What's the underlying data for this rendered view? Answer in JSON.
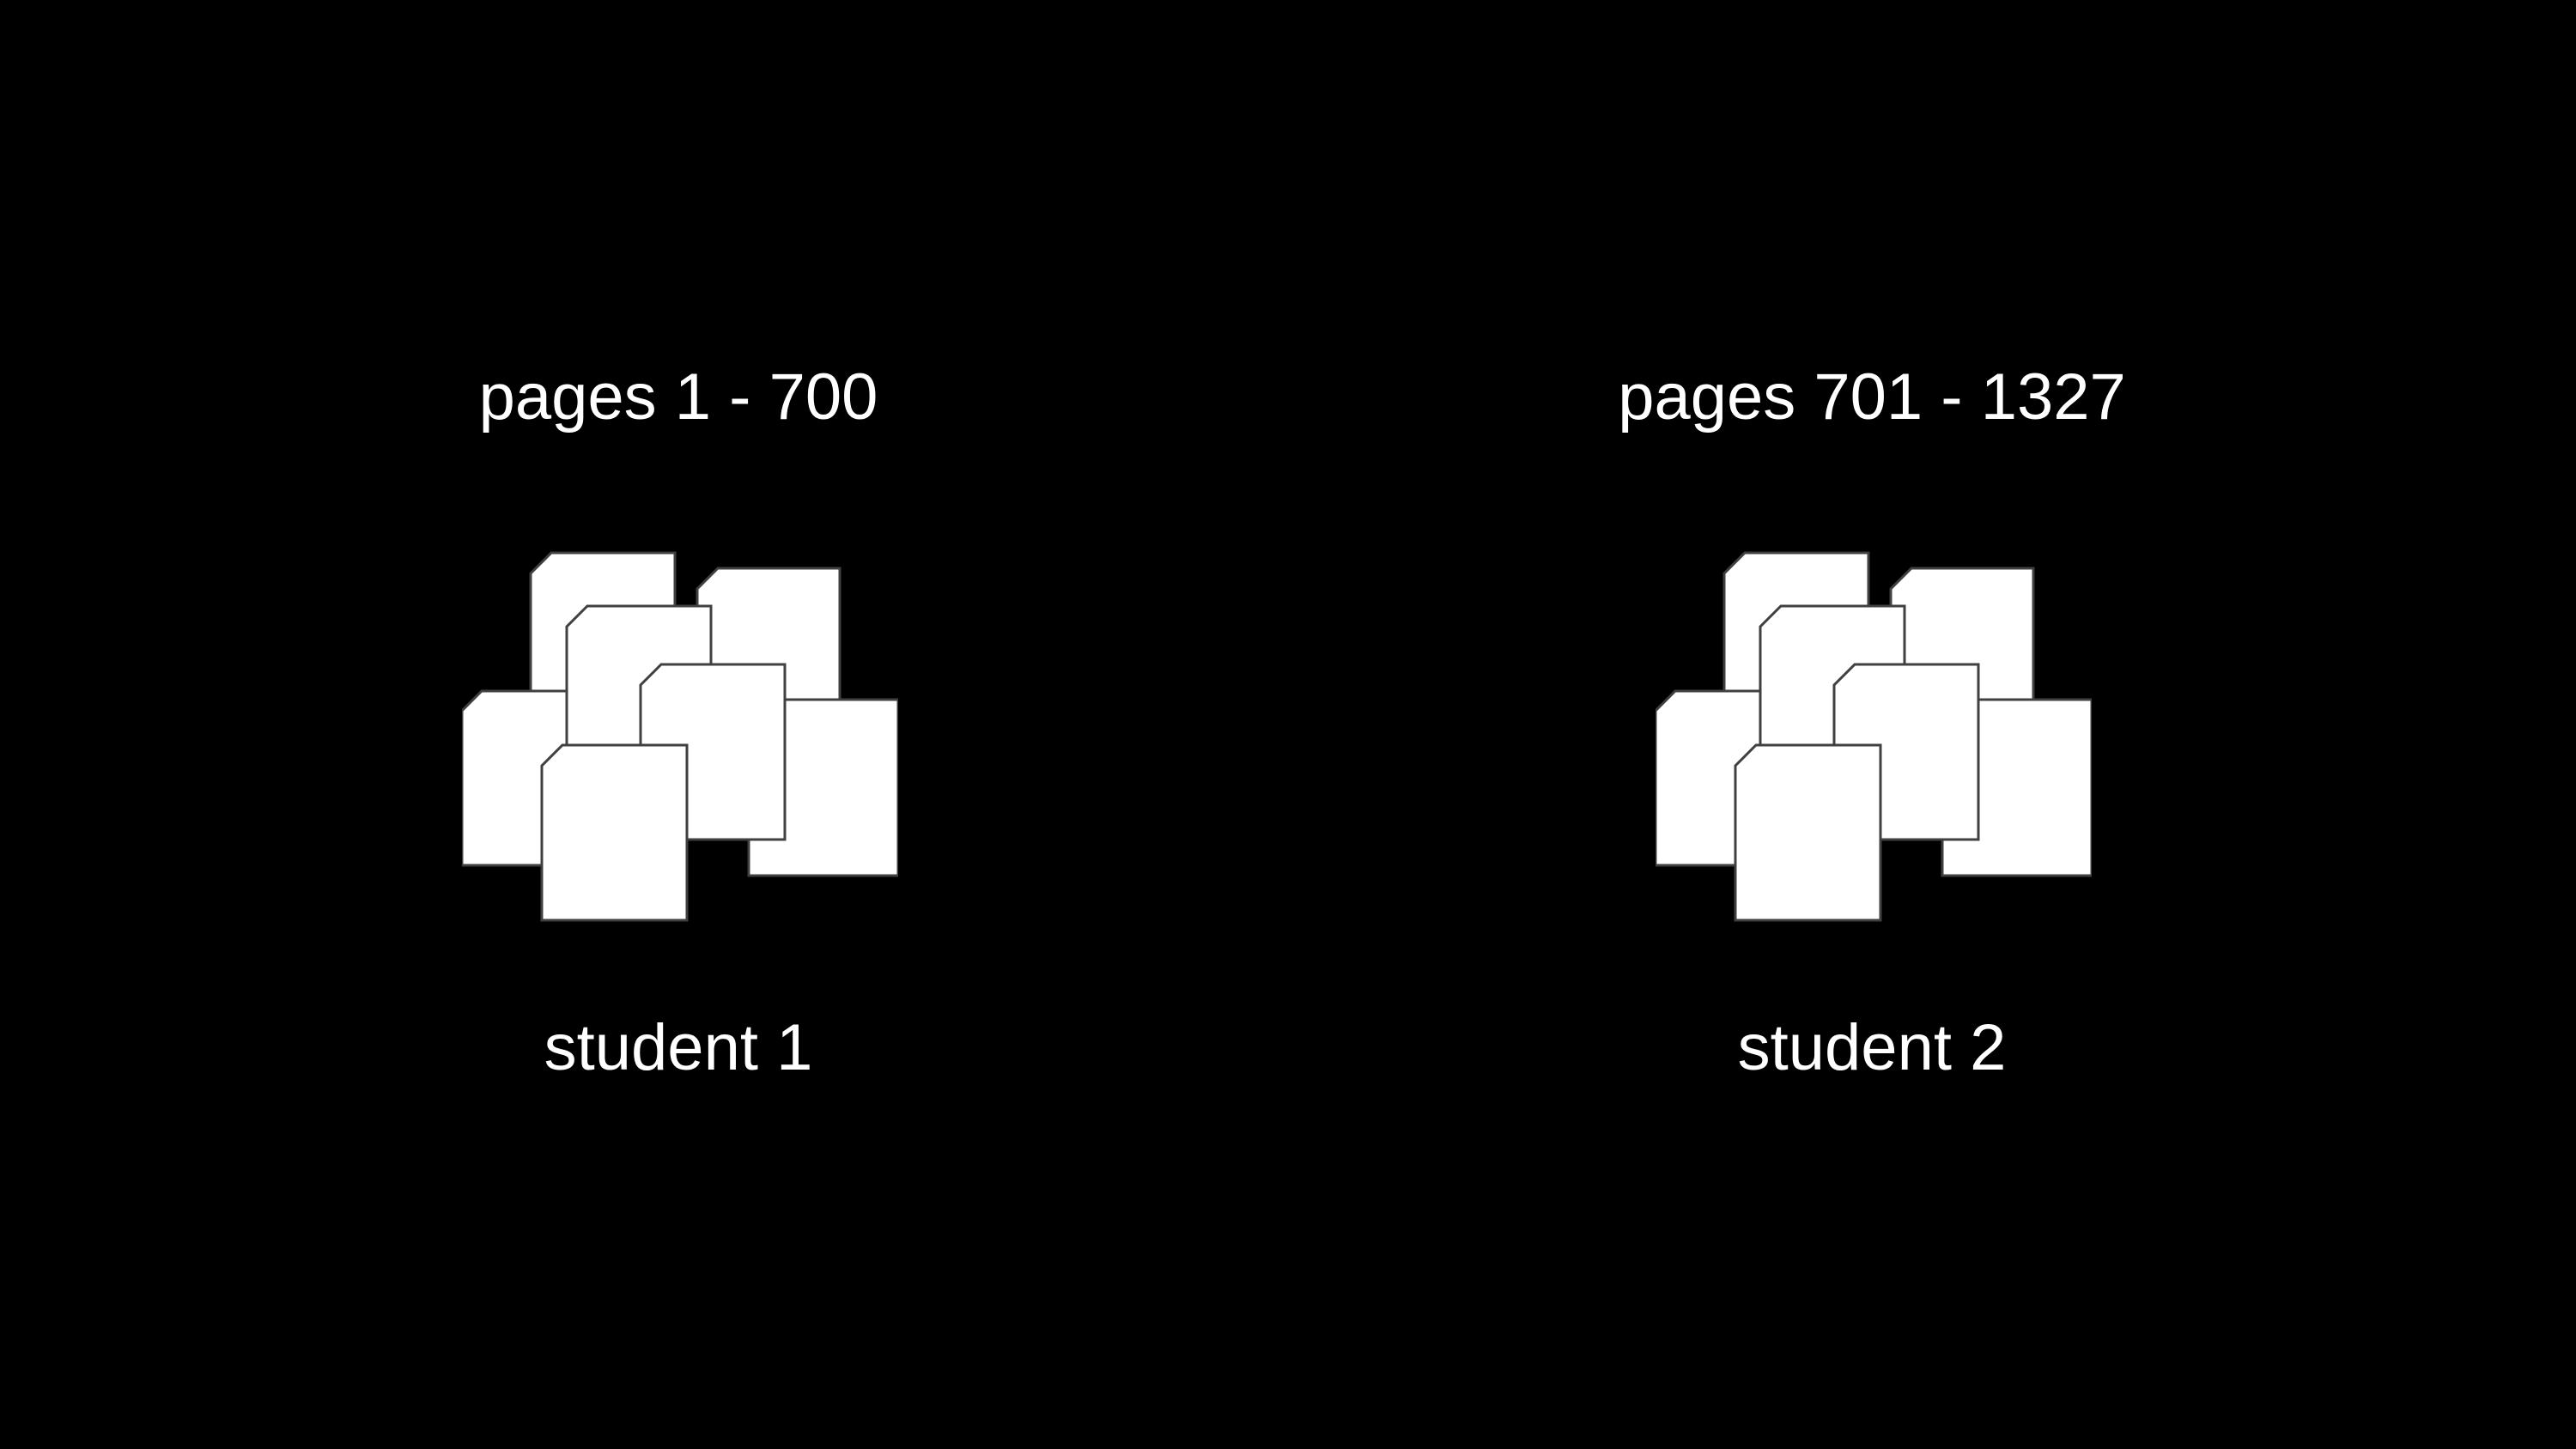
{
  "colors": {
    "background": "#000000",
    "text": "#ffffff",
    "page_fill": "#ffffff",
    "page_stroke": "#404040"
  },
  "groups": [
    {
      "range_label": "pages 1 - 700",
      "student_label": "student 1",
      "icon": "document-stack-icon"
    },
    {
      "range_label": "pages 701 - 1327",
      "student_label": "student 2",
      "icon": "document-stack-icon"
    }
  ]
}
